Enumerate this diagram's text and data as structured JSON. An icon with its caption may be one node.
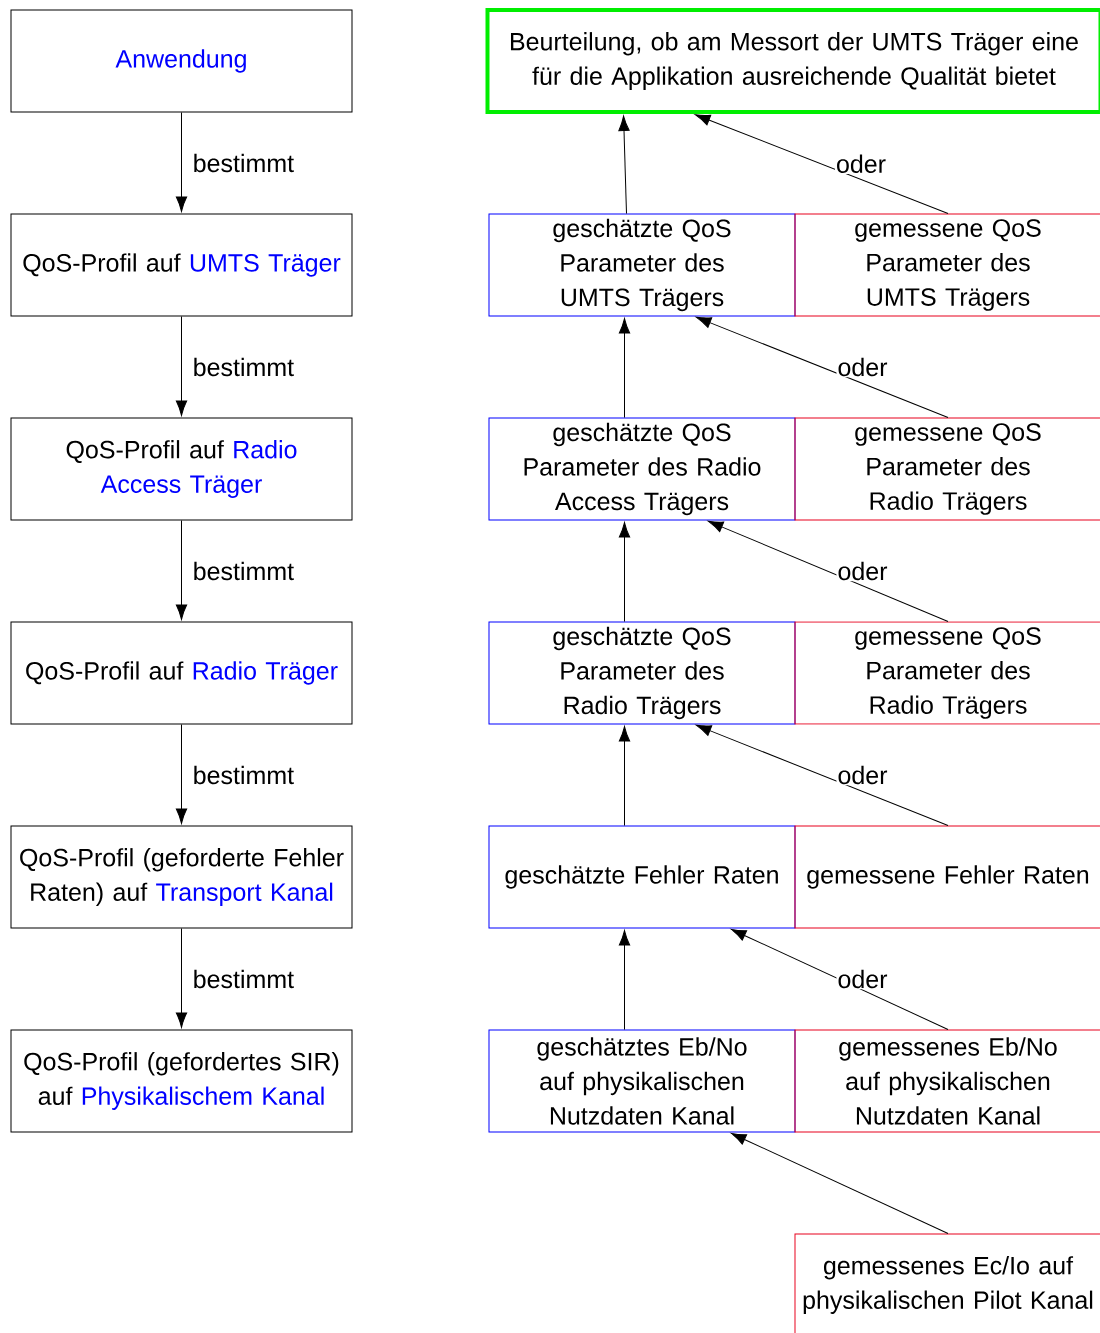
{
  "diagram": {
    "nodes": [
      {
        "text": [
          "Anwendung"
        ]
      },
      {
        "text": [
          "QoS-Profil auf",
          "UMTS Träger"
        ]
      },
      {
        "text": [
          "QoS-Profil auf",
          "Radio Access Träger"
        ]
      },
      {
        "text": [
          "QoS-Profil auf",
          "Radio Träger"
        ]
      },
      {
        "text": [
          "QoS-Profil (geforderte Fehler Raten) auf",
          "Transport Kanal"
        ]
      },
      {
        "text": [
          "QoS-Profil (gefordertes SIR) auf",
          "Physikalischem Kanal"
        ]
      },
      {
        "text": [
          "Beurteilung, ob am Messort der UMTS Träger eine für die Applikation ausreichende Qualität bietet"
        ]
      },
      {
        "text": [
          "geschätzte QoS Parameter des UMTS Trägers"
        ]
      },
      {
        "text": [
          "gemessene QoS Parameter des UMTS Trägers"
        ]
      },
      {
        "text": [
          "geschätzte QoS Parameter des Radio Access Trägers"
        ]
      },
      {
        "text": [
          "gemessene QoS Parameter des Radio Trägers"
        ]
      },
      {
        "text": [
          "geschätzte QoS Parameter des Radio Trägers"
        ]
      },
      {
        "text": [
          "gemessene QoS Parameter des Radio Trägers"
        ]
      },
      {
        "text": [
          "geschätzte Fehler Raten"
        ]
      },
      {
        "text": [
          "gemessene Fehler Raten"
        ]
      },
      {
        "text": [
          "geschätztes Eb/No auf physikalischen Nutzdaten Kanal"
        ]
      },
      {
        "text": [
          "gemessenes Eb/No auf physikalischen Nutzdaten Kanal"
        ]
      },
      {
        "text": [
          "gemessenes Ec/Io auf physikalischen Pilot Kanal"
        ]
      }
    ],
    "edges": [
      {
        "from": 0,
        "to": 1,
        "arrow": "to",
        "label": "bestimmt"
      },
      {
        "from": 1,
        "to": 2,
        "arrow": "to",
        "label": "bestimmt"
      },
      {
        "from": 2,
        "to": 3,
        "arrow": "to",
        "label": "bestimmt"
      },
      {
        "from": 3,
        "to": 4,
        "arrow": "to",
        "label": "bestimmt"
      },
      {
        "from": 4,
        "to": 5,
        "arrow": "to",
        "label": "bestimmt"
      },
      {
        "from": 7,
        "to": 6,
        "arrow": "to"
      },
      {
        "from": 8,
        "to": 6,
        "arrow": "to",
        "label": "oder"
      },
      {
        "from": 9,
        "to": 7,
        "arrow": "to"
      },
      {
        "from": 10,
        "to": 7,
        "arrow": "to",
        "label": "oder"
      },
      {
        "from": 11,
        "to": 9,
        "arrow": "to"
      },
      {
        "from": 12,
        "to": 9,
        "arrow": "to",
        "label": "oder"
      },
      {
        "from": 13,
        "to": 11,
        "arrow": "to"
      },
      {
        "from": 14,
        "to": 11,
        "arrow": "to",
        "label": "oder"
      },
      {
        "from": 15,
        "to": 13,
        "arrow": "to"
      },
      {
        "from": 16,
        "to": 13,
        "arrow": "to",
        "label": "oder"
      },
      {
        "from": 17,
        "to": 15,
        "arrow": "to"
      }
    ]
  }
}
